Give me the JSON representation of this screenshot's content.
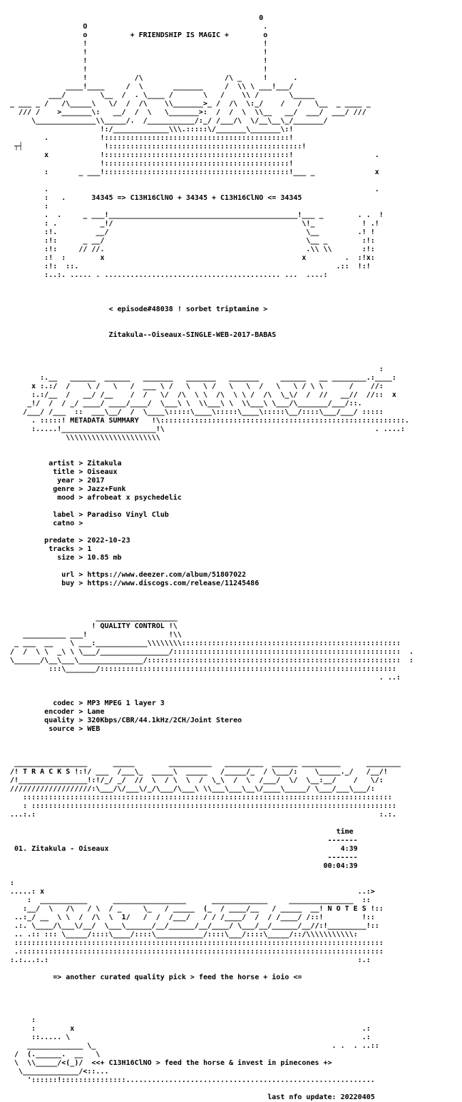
{
  "lines": [
    "",
    "                                                           0",
    "                  O                                         .",
    "                  o          + FRIENDSHIP IS MAGIC +        o",
    "                  !                                         !",
    "                  !                                         !",
    "                  !                                         !",
    "                  !                                         !",
    "                  !           /\\                   /\\ _     !      .",
    "              ____!____     /  \\       _______     /  \\\\ \\ ___!___/",
    "          ___/        \\__  /  . \\____ /       \\   /    \\\\ /       \\_____",
    " _ ___ _ /   /\\_____\\   \\/  /  /\\    \\\\_______>_ /  /\\  \\:_/    /   /   \\__  _ ____ _",
    "   /// /    >_______\\:   __/  /  \\   \\_______>:  /  /  \\  \\\\__   __/  ___/  ___/ ///",
    "      \\______________\\\\_____/.  /___________/:_/ /___/\\  \\/__\\__\\_/_______/",
    "                      !:/_____________\\\\\\.:::::\\/_______\\_______\\:!",
    "         .            !:::::::::::::::::::::::::::::::::::::::::::!",
    "  ┬┤                   !:::::::::::::::::::::::::::::::::::::::::::::!",
    "         x            !:::::::::::::::::::::::::::::::::::::::::::!                   .",
    "                      !:::::::::::::::::::::::::::::::::::::::::::!",
    "         :       _ ___!:::::::::::::::::::::::::::::::::::::::::::!___ _              x",
    "",
    "         .                                                                            .",
    "         :   .      34345 => C13H16ClNO + 34345 + C13H16ClNO <= 34345",
    "         :",
    "         .  .     _ ___!____________________________________________!___ _        . .  !",
    "         : .          _!/                                            \\!_           ! .!",
    "         :!.         __/                                              \\__         .! !",
    "         :!:      _ __/                                               \\__ _        :!:",
    "         :!:     // //.                                               .\\\\ \\\\       :!:",
    "         :!  :        x                                              x         .  :!x:",
    "         :!:  ::.                                                            .::  !:!",
    "         :..:. ..... . ......................................... ...  ....:",
    "",
    "",
    "",
    "                        < episode#48038 ! sorbet triptamine >",
    "",
    "",
    "                        Zitakula--Oiseaux-SINGLE-WEB-2017-BABAS",
    "",
    "",
    "",
    "                                                                                       :",
    "        :.__   ______  ______   _______   _______   _______     ______   __ ________.:____:",
    "      x :.:/  /    \\ /   \\   /  ___ \\ /   \\   \\ /   \\   \\  /   \\   \\ / \\ \\      /    //:",
    "      :.:/__  /   __/ /__    /  /   \\/  /\\  \\ \\  /\\  \\ \\ /  /\\  \\_\\/  /  //   __//  //::  x",
    "     _!/  /  / _/ ____/ ____/____/  \\___\\ \\  \\\\___\\ \\  \\\\___\\ \\___/\\_______/___/::.",
    "    /___/ /___  ::  ___\\__/  /  \\____\\:::::\\____\\:::::\\____\\:::::\\__/::::\\___/___/ :::::",
    "      . :::::! METADATA SUMMARY   !\\:::::::::::::::::::::::::::::::::::::::::::::::::::::::::.",
    "      :.....!______________________!\\                                                 . ....:",
    "              \\\\\\\\\\\\\\\\\\\\\\\\\\\\\\\\\\\\\\\\\\\\",
    "",
    "",
    "          artist > Zitakula",
    "           title > Oiseaux",
    "            year > 2017",
    "           genre > Jazz+Funk",
    "            mood > afrobeat x psychedelic",
    "",
    "           label > Paradiso Vinyl Club",
    "           catno >",
    "",
    "         predate > 2022-10-23",
    "          tracks > 1",
    "            size > 10.85 mb",
    "",
    "             url > https://www.deezer.com/album/51807022",
    "             buy > https://www.discogs.com/release/11245486",
    "",
    "",
    "",
    "                     ___________________",
    "                    ! QUALITY CONTROL !\\",
    "    __________ ___!                   !\\\\",
    "  _ ___  __    \\ ___:____________\\\\\\\\\\\\\\\\:::::::::::::::::::::::::::::::::::::::::::::::::::",
    " /  /  \\ \\  _\\ \\ \\___/________________/:::::::::::::::::::::::::::::::::::::::::::::::::::::  .",
    " \\______/\\__\\___\\_______________/:::::::::::::::::::::::::::::::::::::::::::::::::::::::::::  :",
    "          :::\\_______/:::::::::::::::::::::::::::::::::::::::::::::::::::::::::::::::::::::",
    "                                                                                       . ..:",
    "",
    "",
    "           codec > MP3 MPEG 1 layer 3",
    "         encoder > Lame",
    "         quality > 320Kbps/CBR/44.1kHz/2CH/Joint Stereo",
    "          source > WEB",
    "",
    "",
    "",
    "  _________________      _____        __________   _________  ______ _________      ________",
    " /! T R A C K S !:!/ ___  /___\\_  _____\\  _____   /_____/_  / \\___/:    \\_____._/   /__/!",
    " /!________________!:!/_/ _/  //  \\  / \\  \\  /  \\_\\  /  \\  /___/  \\/  \\__:__/    /   \\/:",
    " ///////////////////:\\___/\\/___\\/_/\\___/\\___\\ \\\\___\\___\\__\\/____\\_____/ \\___/___\\___/:",
    "    ::::::::::::::::::::::::::::::::::::::::::::::::::::::::::::::::::::::::::::::::::::::",
    "    : :::::::::::::::::::::::::::::::::::::::::::::::::::::::::::::::::::::::::::::::::::::",
    " ...:.:                                                                                :.:.",
    "",
    "                                                                             time",
    "                                                                           -------",
    "  01. Zitakula - Oiseaux                                                      4:39",
    "                                                                           -------",
    "                                                                          00:04:39",
    "",
    " :",
    " .....: x                                                                         ..:>",
    "     :  ___________      _________________      _____________     _______________  ::",
    "    :__/  \\   /\\   / \\  / _     \\_   / _____  (_  / ____/__   / _____  __! N O T E S !::",
    "  ..:_/ __  \\ \\  /  /\\  \\  1/   /  /  /___/   / / /____/  /  / /____/ /::!         !::",
    "  .:. \\____/\\___\\/__/  \\___\\______/__/______/__/____/ \\___/__/______/__//:!_________!::",
    "  .. .:: ::: \\_____/::::\\____/::::\\___________/::::\\___/::::\\_____/::/\\\\\\\\\\\\\\\\\\\\\\:",
    "  ::::::::::::::::::::::::::::::::::::::::::::::::::::::::::::::::::::::::::::::::::::::",
    "  .:::::::::::::::::::::::::::::::::::::::::::::::::::::::::::::::::::::::::::::::::::::",
    " :.:...:.:                                                                        :.:",
    "",
    "           => another curated quality pick > feed the horse + ioio <=",
    "",
    "",
    "",
    "",
    "      :",
    "      :        x                                                                   .:",
    "      ::..... \\                                                                    .:",
    "     _____________ \\_                                                       . .  . ..::",
    "  /  (.______.  __   \\",
    "  \\  \\\\_____/<(_)/  <<+ C13H16ClNO > feed the horse & invest in pinecones +>",
    "   \\_____________/<::...",
    "     '::::::!:::::::::::::::..........................................................",
    "",
    "                                                             last nfo update: 20220405"
  ]
}
